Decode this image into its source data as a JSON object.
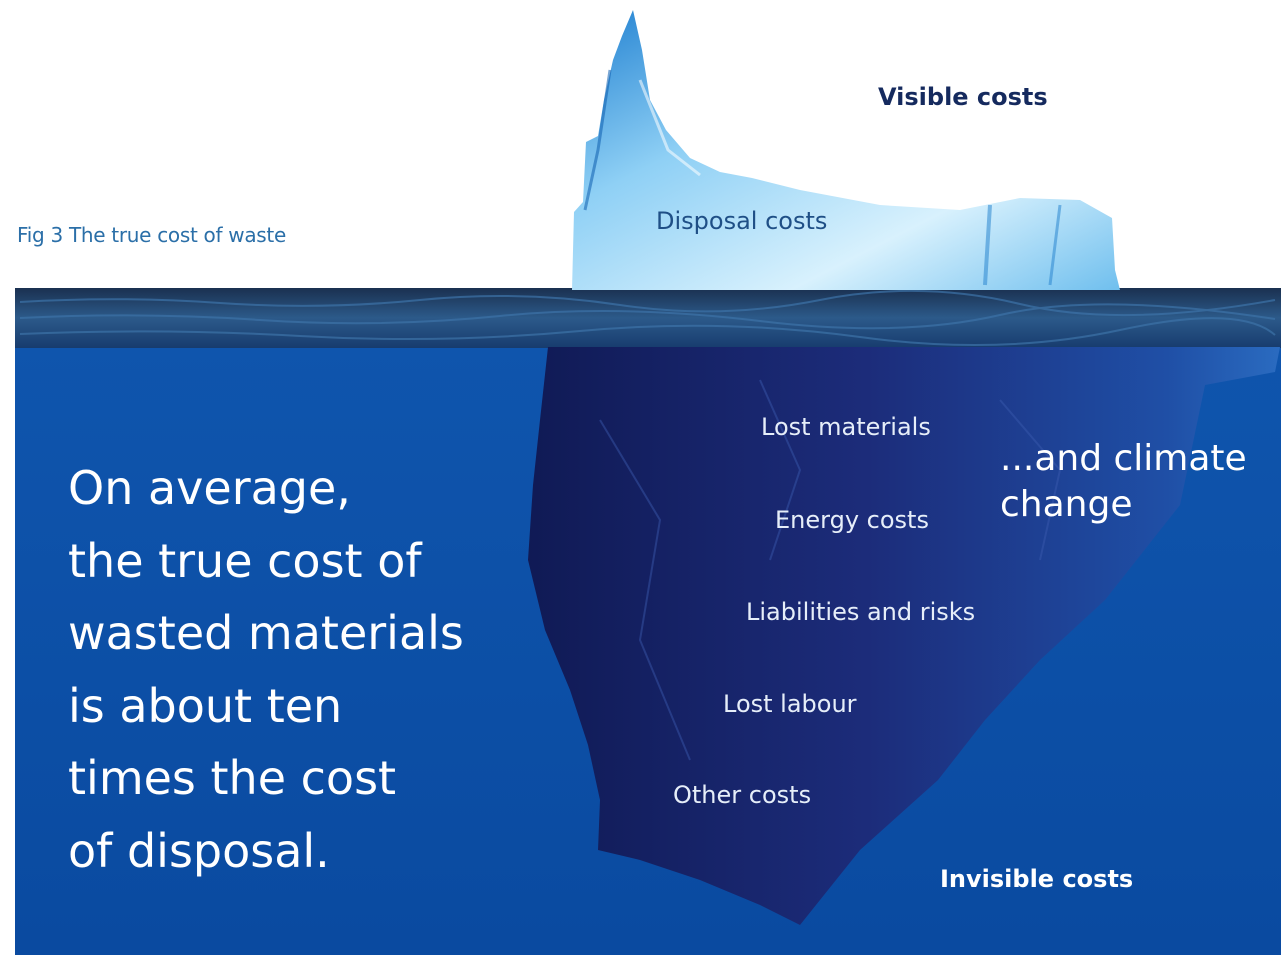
{
  "figure": {
    "caption": "Fig 3 The true cost of waste",
    "visible_heading": "Visible costs",
    "invisible_heading": "Invisible costs"
  },
  "above_water": {
    "items": [
      "Disposal costs"
    ]
  },
  "below_water": {
    "items": [
      "Lost materials",
      "Energy costs",
      "Liabilities and risks",
      "Lost labour",
      "Other costs"
    ]
  },
  "annotation": {
    "line1": "...and climate",
    "line2": "change"
  },
  "statement": {
    "lines": [
      "On average,",
      "the true cost of",
      "wasted materials",
      "is about ten",
      "times the cost",
      "of disposal."
    ]
  },
  "colors": {
    "sea": "#0d4ea6",
    "ice_top": "#bfe6fb",
    "ice_under": "#1e2f7a",
    "text_light": "#ffffff",
    "caption": "#2b6fa8",
    "heading_dark": "#152a5e"
  }
}
